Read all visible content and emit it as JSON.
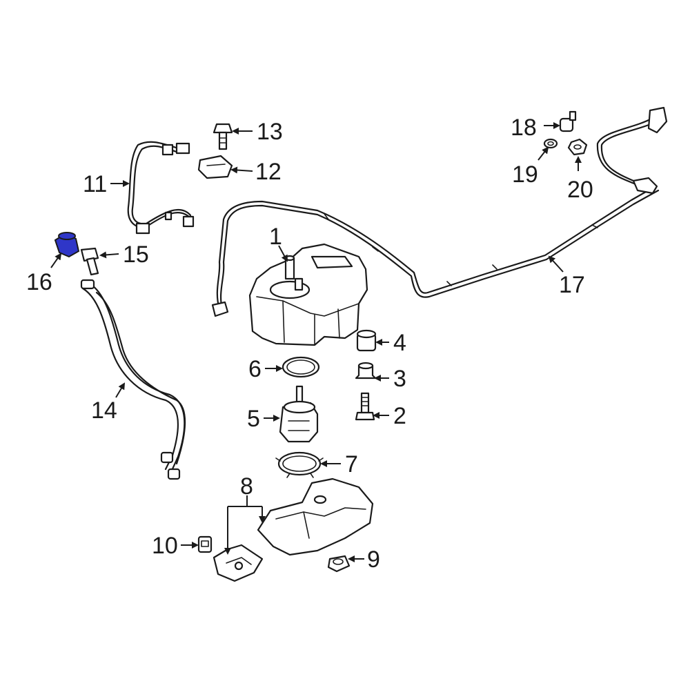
{
  "highlight_color": "#2f36c8",
  "callouts": {
    "c1": "1",
    "c2": "2",
    "c3": "3",
    "c4": "4",
    "c5": "5",
    "c6": "6",
    "c7": "7",
    "c8": "8",
    "c9": "9",
    "c10": "10",
    "c11": "11",
    "c12": "12",
    "c13": "13",
    "c14": "14",
    "c15": "15",
    "c16": "16",
    "c17": "17",
    "c18": "18",
    "c19": "19",
    "c20": "20"
  }
}
